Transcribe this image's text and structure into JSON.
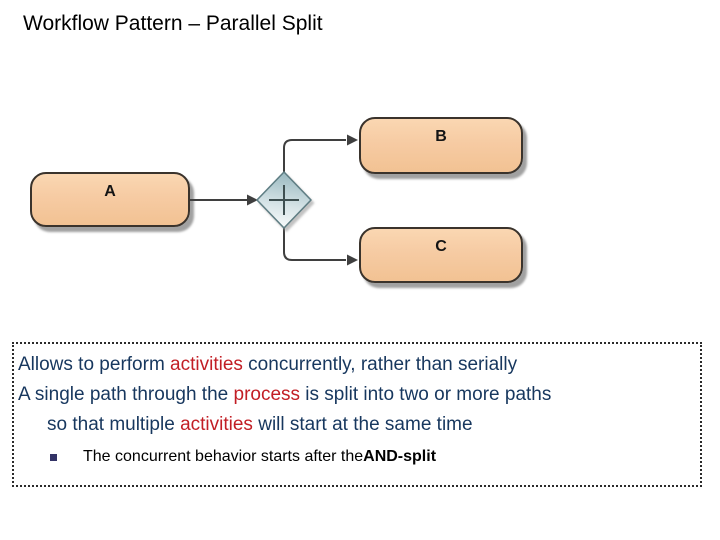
{
  "slide": {
    "title": "Workflow Pattern – Parallel Split"
  },
  "diagram": {
    "tasks": [
      {
        "id": "A",
        "label": "A"
      },
      {
        "id": "B",
        "label": "B"
      },
      {
        "id": "C",
        "label": "C"
      }
    ],
    "gateway": {
      "type": "AND-split parallel gateway",
      "symbol": "+"
    },
    "colors": {
      "task_fill": "#f6cba3",
      "task_border": "#3a332c",
      "gateway_top": "#9ebcc3",
      "gateway_border": "#5f7e84",
      "connector": "#3f3f3f",
      "shadow": "#aaaaaa"
    }
  },
  "notes": {
    "border_color": "#2b2b2b",
    "navy": "#17375e",
    "red": "#c21e25",
    "bullet_color": "#333366",
    "lines": [
      {
        "indent": 0,
        "bullet": false,
        "segments": [
          {
            "text": "Allows to perform ",
            "style": "navy"
          },
          {
            "text": "activities",
            "style": "red"
          },
          {
            "text": " concurrently, rather than serially",
            "style": "navy"
          }
        ]
      },
      {
        "indent": 0,
        "bullet": false,
        "segments": [
          {
            "text": "A single path through the ",
            "style": "navy"
          },
          {
            "text": "process",
            "style": "red"
          },
          {
            "text": " is split into two or more paths",
            "style": "navy"
          }
        ]
      },
      {
        "indent": 1,
        "bullet": false,
        "segments": [
          {
            "text": "so that multiple ",
            "style": "navy"
          },
          {
            "text": "activities",
            "style": "red"
          },
          {
            "text": " will start at the same time",
            "style": "navy"
          }
        ]
      },
      {
        "indent": 2,
        "bullet": true,
        "segments": [
          {
            "text": "The concurrent behavior starts after the ",
            "style": "black"
          },
          {
            "text": "AND-split",
            "style": "black-bold"
          }
        ]
      }
    ]
  }
}
